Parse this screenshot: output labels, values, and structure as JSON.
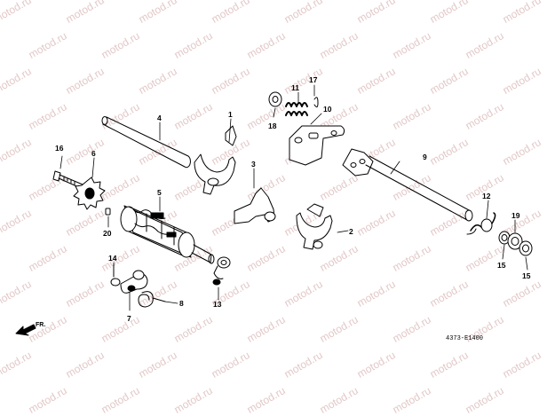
{
  "watermark_text": "motod.ru",
  "labels": {
    "p1": "1",
    "p2": "2",
    "p3": "3",
    "p4": "4",
    "p5": "5",
    "p6": "6",
    "p7": "7",
    "p8": "8",
    "p9": "9",
    "p10": "10",
    "p11": "11",
    "p12": "12",
    "p13": "13",
    "p14": "14",
    "p15a": "15",
    "p15b": "15",
    "p16": "16",
    "p17": "17",
    "p18": "18",
    "p19": "19",
    "p20": "20"
  },
  "diagram_code": "4373-E1400",
  "front_arrow_label": "FR.",
  "colors": {
    "line": "#000000",
    "watermark": "#e3c8c8",
    "background": "#ffffff"
  }
}
